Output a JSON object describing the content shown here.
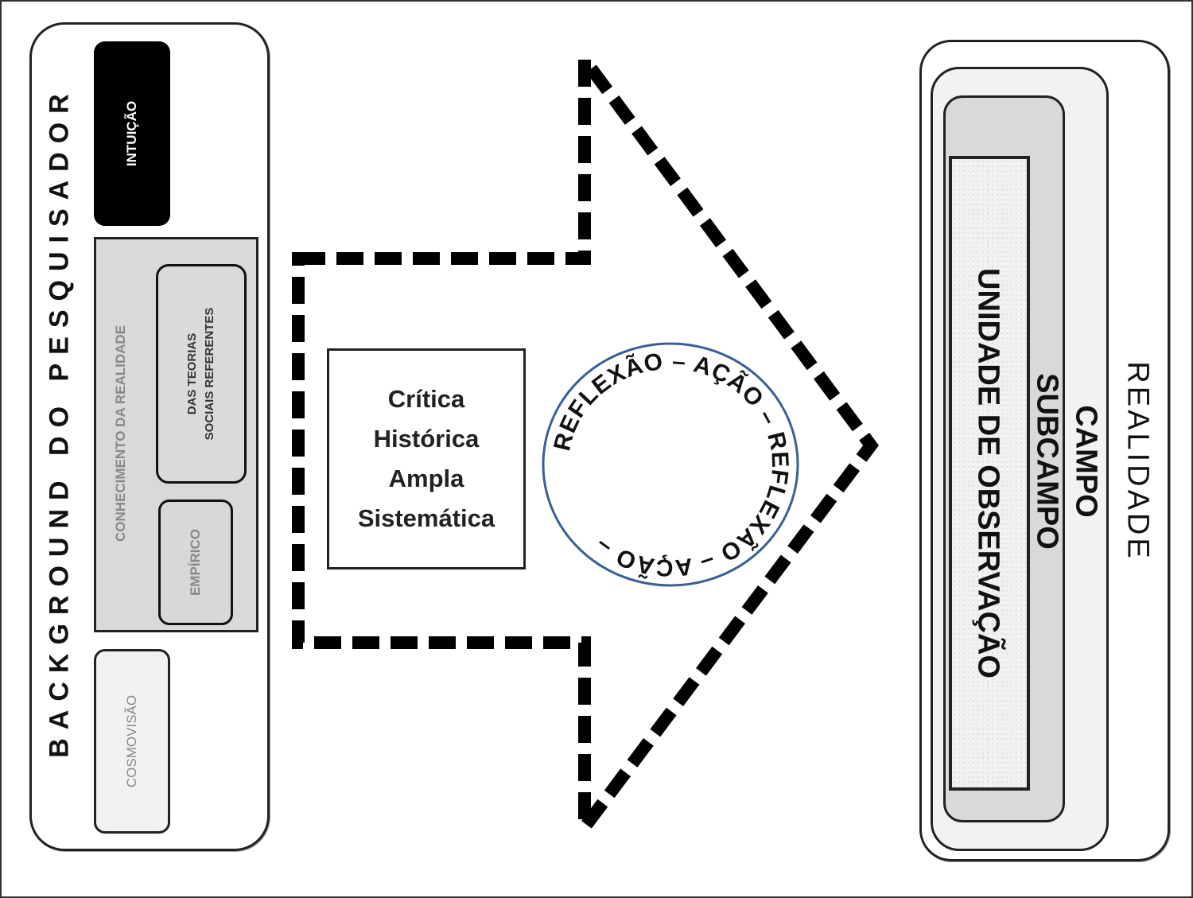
{
  "left_panel": {
    "title": "BACKGROUND DO PESQUISADOR",
    "intuicao": "INTUIÇÃO",
    "conhecimento": {
      "label": "CONHECIMENTO DA REALIDADE",
      "teorias_line1": "DAS TEORIAS",
      "teorias_line2": "SOCIAIS REFERENTES",
      "empirico": "EMPÍRICO"
    },
    "cosmovisao": "COSMOVISÃO"
  },
  "center": {
    "criteria": [
      "Crítica",
      "Histórica",
      "Ampla",
      "Sistemática"
    ],
    "cycle_text": "REFLEXÃO – AÇÃO – REFLEXÃO – AÇÃO – ",
    "cycle_circle_color": "#3a5f96"
  },
  "right_panel": {
    "realidade": "REALIDADE",
    "campo": "CAMPO",
    "subcampo": "SUBCAMPO",
    "unidade": "UNIDADE DE OBSERVAÇÃO"
  }
}
